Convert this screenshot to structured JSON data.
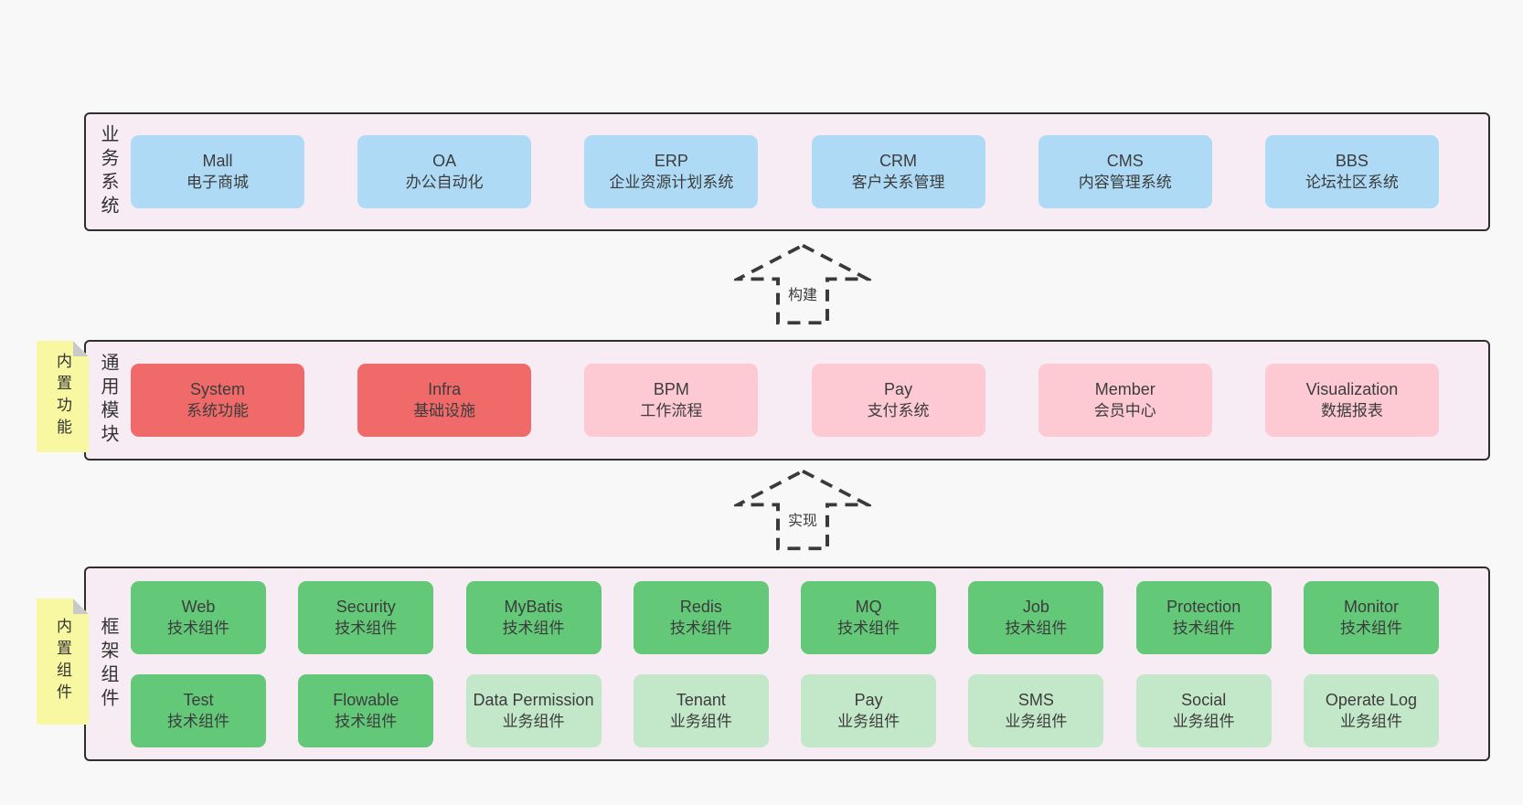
{
  "colors": {
    "blue": "#aedaf5",
    "red": "#f16a6a",
    "pink": "#fdc9d3",
    "green": "#63c878",
    "green_light": "#c3e7c9",
    "band_bg": "#f7ecf4",
    "band_border": "#2e2e2e",
    "sticky_yellow": "#f8f8a2",
    "page_bg": "#f8f8f8",
    "text": "#3c3c3c"
  },
  "arrows": [
    {
      "label": "构建"
    },
    {
      "label": "实现"
    }
  ],
  "bands": [
    {
      "label": "业务系统",
      "rows": [
        [
          {
            "en": "Mall",
            "zh": "电子商城",
            "color": "blue"
          },
          {
            "en": "OA",
            "zh": "办公自动化",
            "color": "blue"
          },
          {
            "en": "ERP",
            "zh": "企业资源计划系统",
            "color": "blue"
          },
          {
            "en": "CRM",
            "zh": "客户关系管理",
            "color": "blue"
          },
          {
            "en": "CMS",
            "zh": "内容管理系统",
            "color": "blue"
          },
          {
            "en": "BBS",
            "zh": "论坛社区系统",
            "color": "blue"
          }
        ]
      ]
    },
    {
      "label": "通用模块",
      "sticky": "内置功能",
      "rows": [
        [
          {
            "en": "System",
            "zh": "系统功能",
            "color": "red"
          },
          {
            "en": "Infra",
            "zh": "基础设施",
            "color": "red"
          },
          {
            "en": "BPM",
            "zh": "工作流程",
            "color": "pink"
          },
          {
            "en": "Pay",
            "zh": "支付系统",
            "color": "pink"
          },
          {
            "en": "Member",
            "zh": "会员中心",
            "color": "pink"
          },
          {
            "en": "Visualization",
            "zh": "数据报表",
            "color": "pink"
          }
        ]
      ]
    },
    {
      "label": "框架组件",
      "sticky": "内置组件",
      "rows": [
        [
          {
            "en": "Web",
            "zh": "技术组件",
            "color": "green"
          },
          {
            "en": "Security",
            "zh": "技术组件",
            "color": "green"
          },
          {
            "en": "MyBatis",
            "zh": "技术组件",
            "color": "green"
          },
          {
            "en": "Redis",
            "zh": "技术组件",
            "color": "green"
          },
          {
            "en": "MQ",
            "zh": "技术组件",
            "color": "green"
          },
          {
            "en": "Job",
            "zh": "技术组件",
            "color": "green"
          },
          {
            "en": "Protection",
            "zh": "技术组件",
            "color": "green"
          },
          {
            "en": "Monitor",
            "zh": "技术组件",
            "color": "green"
          }
        ],
        [
          {
            "en": "Test",
            "zh": "技术组件",
            "color": "green"
          },
          {
            "en": "Flowable",
            "zh": "技术组件",
            "color": "green"
          },
          {
            "en": "Data Permission",
            "zh": "业务组件",
            "color": "green_light"
          },
          {
            "en": "Tenant",
            "zh": "业务组件",
            "color": "green_light"
          },
          {
            "en": "Pay",
            "zh": "业务组件",
            "color": "green_light"
          },
          {
            "en": "SMS",
            "zh": "业务组件",
            "color": "green_light"
          },
          {
            "en": "Social",
            "zh": "业务组件",
            "color": "green_light"
          },
          {
            "en": "Operate Log",
            "zh": "业务组件",
            "color": "green_light"
          }
        ]
      ]
    }
  ]
}
